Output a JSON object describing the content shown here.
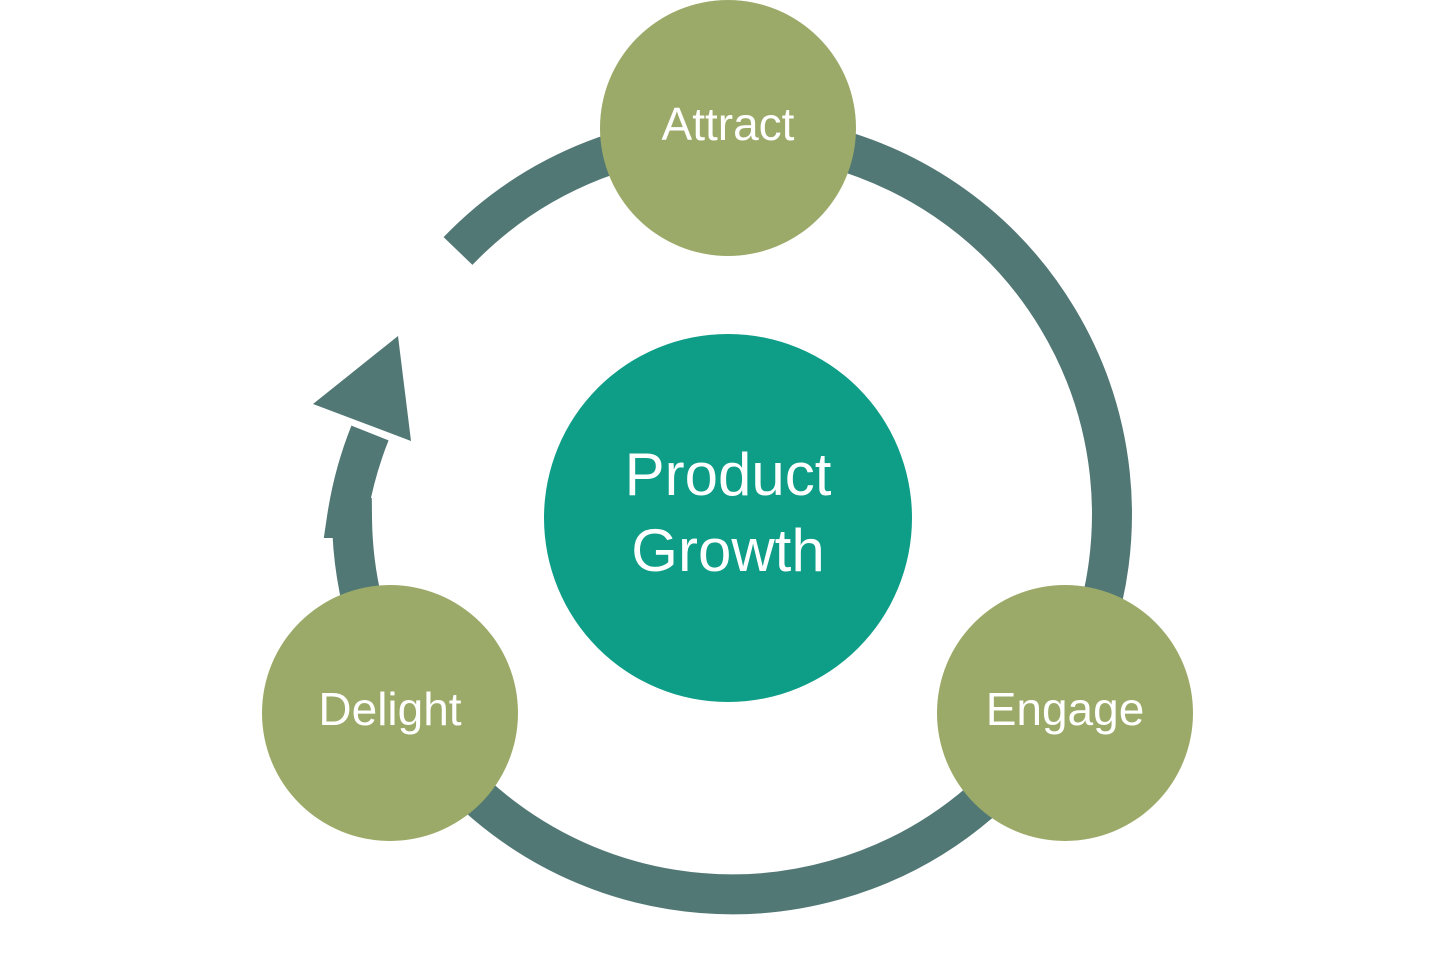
{
  "diagram": {
    "center": {
      "line1": "Product",
      "line2": "Growth"
    },
    "stages": {
      "attract": "Attract",
      "engage": "Engage",
      "delight": "Delight"
    },
    "colors": {
      "ring": "#527876",
      "stage_fill": "#9BAA68",
      "center_fill": "#0E9E88",
      "text": "#FFFFFF"
    }
  }
}
